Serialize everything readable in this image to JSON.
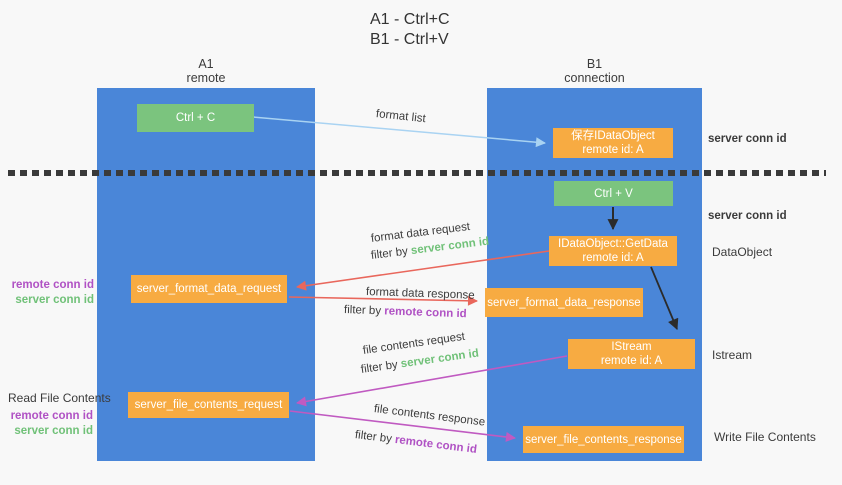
{
  "title": {
    "line1": "A1 - Ctrl+C",
    "line2": "B1 - Ctrl+V"
  },
  "panels": {
    "left": {
      "name": "A1",
      "subtitle": "remote"
    },
    "right": {
      "name": "B1",
      "subtitle": "connection"
    }
  },
  "nodes": {
    "ctrl_c": "Ctrl + C",
    "ctrl_v": "Ctrl + V",
    "save_idataobject": {
      "title": "保存IDataObject",
      "subtitle": "remote id: A"
    },
    "getdata": {
      "title": "IDataObject::GetData",
      "subtitle": "remote id: A"
    },
    "istream": {
      "title": "IStream",
      "subtitle": "remote id: A"
    },
    "server_format_data_request": "server_format_data_request",
    "server_format_data_response": "server_format_data_response",
    "server_file_contents_request": "server_file_contents_request",
    "server_file_contents_response": "server_file_contents_response"
  },
  "arrow_labels": {
    "format_list": "format list",
    "format_data_request": "format data request",
    "format_data_response": "format data response",
    "file_contents_request": "file contents request",
    "file_contents_response": "file contents response",
    "filter_by": "filter by",
    "server_conn_id": "server conn id",
    "remote_conn_id": "remote conn id"
  },
  "side_labels": {
    "server_conn_id_top": "server conn id",
    "server_conn_id_mid": "server conn id",
    "dataobject": "DataObject",
    "istream": "Istream",
    "write_file_contents": "Write File Contents",
    "read_file_contents": "Read File Contents",
    "remote_conn_id": "remote conn id",
    "server_conn_id": "server conn id"
  },
  "colors": {
    "panel_blue": "#4a86d8",
    "box_orange": "#f7ab42",
    "box_green": "#7bc47e",
    "arrow_blue": "#a9d3f2",
    "arrow_red": "#e9675c",
    "arrow_magenta": "#c05ac1",
    "arrow_black": "#2b2b2b",
    "text_green": "#70c178",
    "text_purple": "#b052c4"
  }
}
